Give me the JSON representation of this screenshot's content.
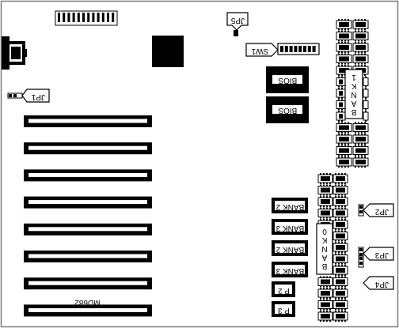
{
  "diagram": {
    "board_label": "MD682",
    "jumpers": [
      {
        "id": "jp1",
        "label": "JP1"
      },
      {
        "id": "jp2",
        "label": "JP2"
      },
      {
        "id": "jp3",
        "label": "JP3"
      },
      {
        "id": "jp4",
        "label": "JP4"
      },
      {
        "id": "jp5",
        "label": "JP5"
      }
    ],
    "switch_label": "SW1",
    "bios_chips": [
      {
        "label": "BIOS"
      },
      {
        "label": "BIOS"
      }
    ],
    "bank_labels": {
      "bank1": "BANK 1",
      "bank0": "BANK 0"
    },
    "simm_sockets": [
      {
        "label": "BANK 2"
      },
      {
        "label": "BANK 3"
      },
      {
        "label": "BANK 2"
      },
      {
        "label": "BANK 3"
      },
      {
        "label": "P 2"
      },
      {
        "label": "P 3"
      }
    ],
    "expansion_slot_count": 8,
    "colors": {
      "ink": "#000000",
      "paper": "#ffffff",
      "outline": "#7a7a7a"
    }
  }
}
